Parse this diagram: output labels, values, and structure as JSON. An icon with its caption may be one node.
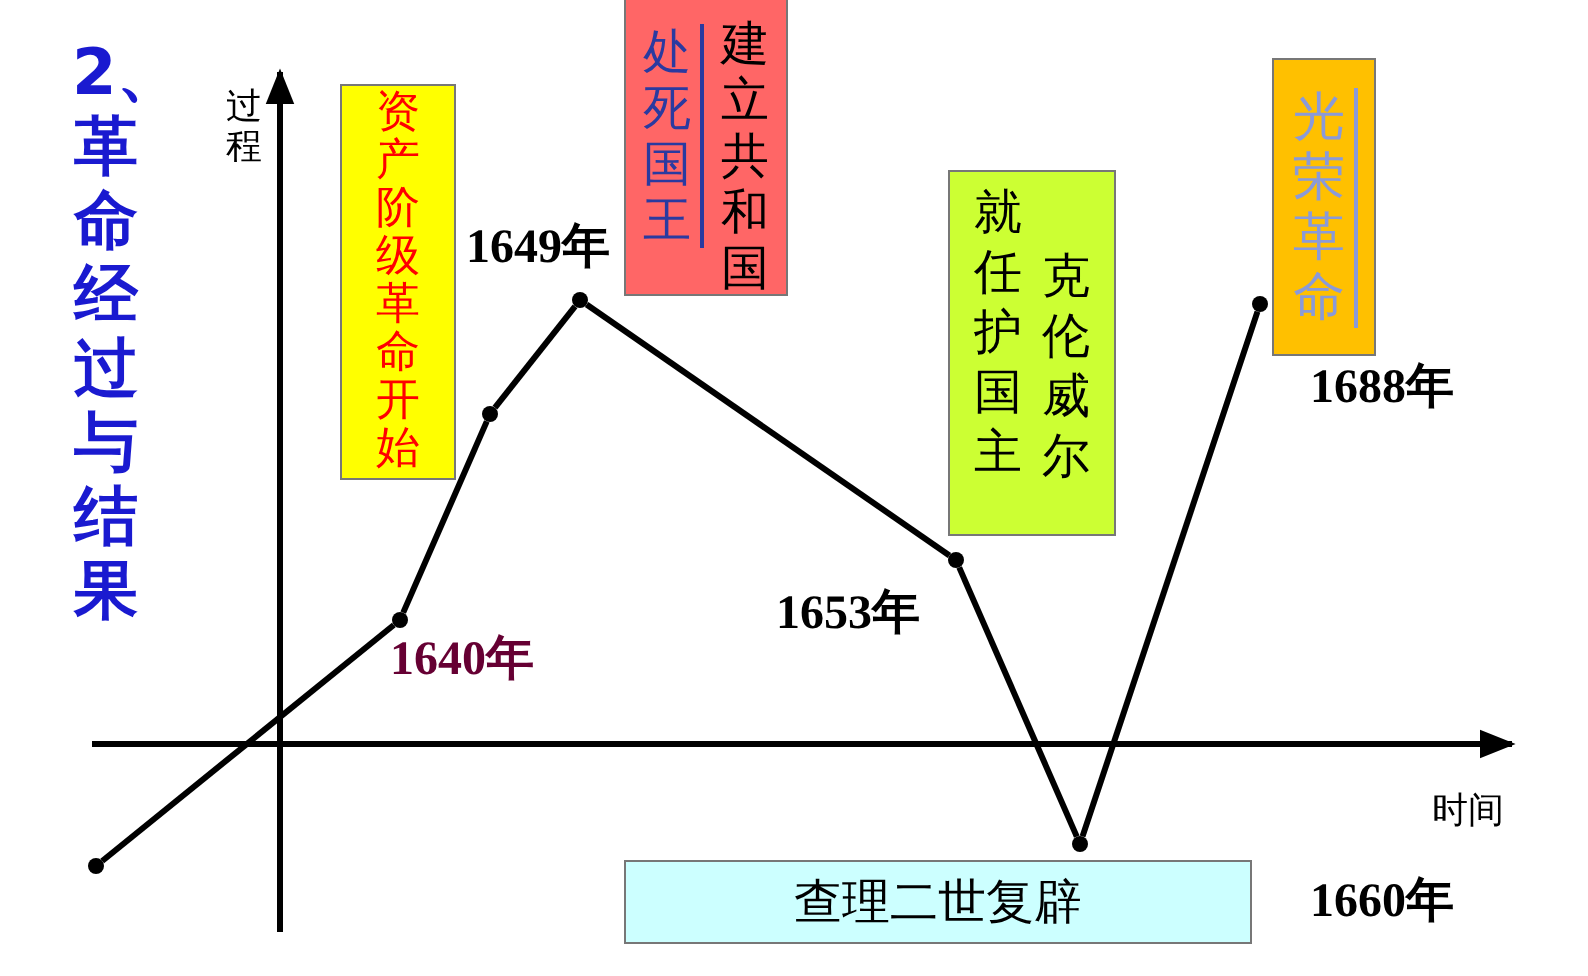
{
  "diagram": {
    "title": "2、革命经过与结果",
    "nodes": [
      {
        "text": [],
        "shape": "circle"
      },
      {
        "text": [],
        "shape": "circle"
      },
      {
        "text": [
          "资产阶级革命开始"
        ]
      },
      {
        "text": [],
        "shape": "circle"
      },
      {
        "text": [],
        "shape": "circle"
      },
      {
        "text": [
          "处死国王",
          "建立共和国"
        ]
      },
      {
        "text": [],
        "shape": "circle"
      },
      {
        "text": [
          "就任护国主",
          "克伦威尔"
        ]
      },
      {
        "text": [],
        "shape": "circle"
      },
      {
        "text": [
          "查理二世复辟"
        ]
      },
      {
        "text": [],
        "shape": "circle"
      },
      {
        "text": [
          "光荣革命"
        ]
      }
    ],
    "edges": [
      {
        "from": 0,
        "to": 1,
        "arrow": "none"
      },
      {
        "from": 1,
        "to": 3,
        "arrow": "none"
      },
      {
        "from": 3,
        "to": 4,
        "arrow": "none"
      },
      {
        "from": 4,
        "to": 6,
        "arrow": "none"
      },
      {
        "from": 6,
        "to": 8,
        "arrow": "none"
      },
      {
        "from": 8,
        "to": 10,
        "arrow": "none"
      }
    ],
    "labels": [
      "过程",
      "1649年",
      "1688年",
      "1653年",
      "1640年",
      "时间",
      "1660年"
    ]
  }
}
